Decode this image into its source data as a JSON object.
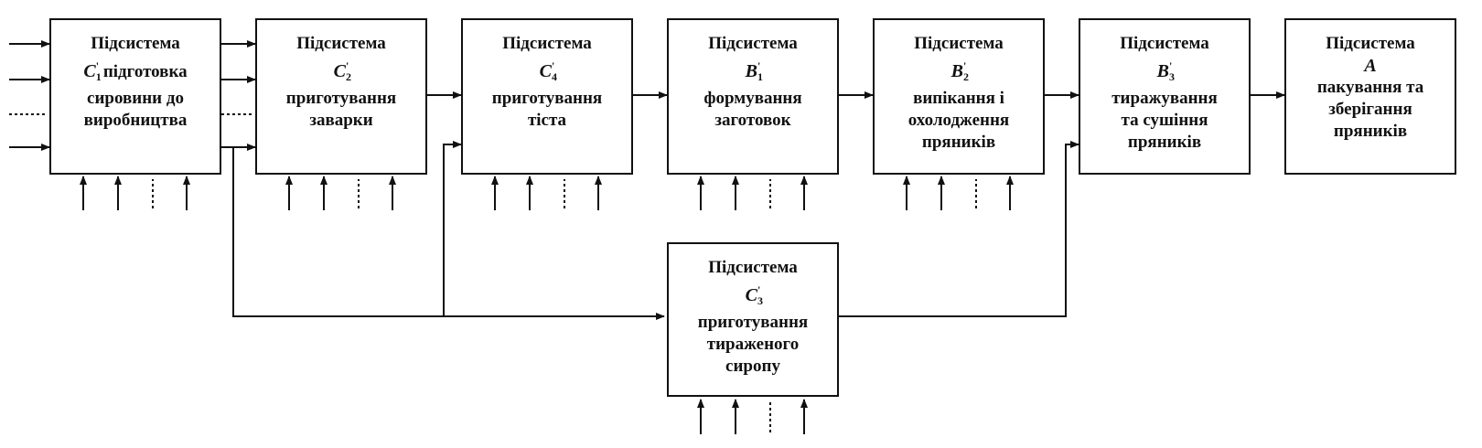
{
  "blocks": [
    {
      "id": "c1",
      "lines": [
        "Підсистема",
        "",
        "сировини до",
        "виробництва"
      ],
      "symbol": {
        "letter": "C",
        "sub": "1",
        "sup": "'",
        "inline_with": "підготовка"
      }
    },
    {
      "id": "c2",
      "lines": [
        "Підсистема",
        "",
        "приготування",
        "заварки"
      ],
      "symbol": {
        "letter": "C",
        "sub": "2",
        "sup": "'"
      }
    },
    {
      "id": "c4",
      "lines": [
        "Підсистема",
        "",
        "приготування",
        "тіста"
      ],
      "symbol": {
        "letter": "C",
        "sub": "4",
        "sup": "'"
      }
    },
    {
      "id": "b1",
      "lines": [
        "Підсистема",
        "",
        "формування",
        "заготовок"
      ],
      "symbol": {
        "letter": "B",
        "sub": "1",
        "sup": "'"
      }
    },
    {
      "id": "b2",
      "lines": [
        "Підсистема",
        "",
        "випікання і",
        "охолодження",
        "пряників"
      ],
      "symbol": {
        "letter": "B",
        "sub": "2",
        "sup": "'"
      }
    },
    {
      "id": "b3",
      "lines": [
        "Підсистема",
        "",
        "тиражування",
        "та сушіння",
        "пряників"
      ],
      "symbol": {
        "letter": "B",
        "sub": "3",
        "sup": "'"
      }
    },
    {
      "id": "a",
      "lines": [
        "Підсистема",
        "",
        "пакування та",
        "зберігання",
        "пряників"
      ],
      "symbol": {
        "letter": "A",
        "sub": "",
        "sup": ""
      }
    },
    {
      "id": "c3",
      "lines": [
        "Підсистема",
        "",
        "приготування",
        "тираженого",
        "сиропу"
      ],
      "symbol": {
        "letter": "C",
        "sub": "3",
        "sup": "'"
      }
    }
  ]
}
